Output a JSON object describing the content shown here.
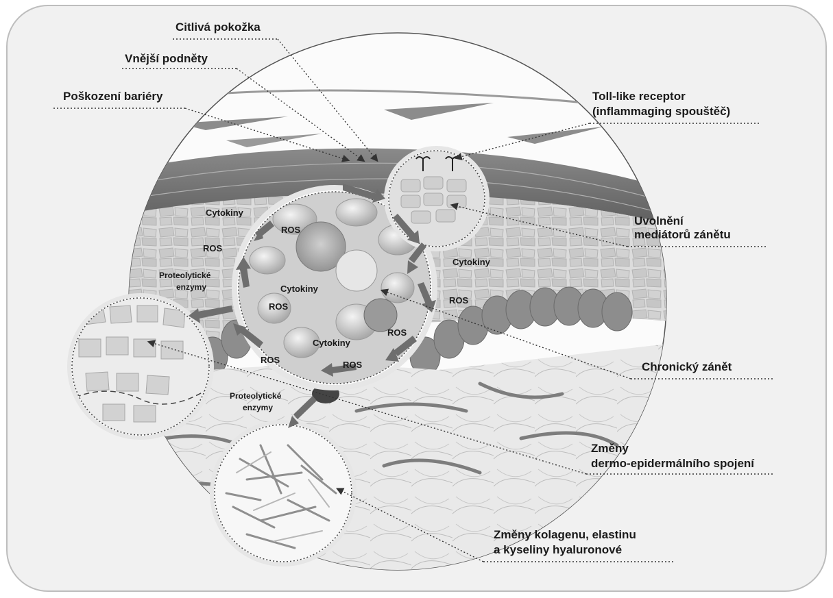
{
  "callouts": {
    "sensitive_skin": "Citlivá pokožka",
    "external_stimuli": "Vnější podněty",
    "barrier_damage": "Poškození bariéry",
    "tlr_line1": "Toll-like receptor",
    "tlr_line2": "(inflammaging spouštěč)",
    "mediators_line1": "Uvolnění",
    "mediators_line2": "mediátorů zánětu",
    "chronic_inflammation": "Chronický zánět",
    "dej_line1": "Změny",
    "dej_line2": "dermo-epidermálního spojení",
    "collagen_line1": "Změny kolagenu, elastinu",
    "collagen_line2": "a kyseliny hyaluronové"
  },
  "inner_labels": {
    "cytokiny": "Cytokiny",
    "ros": "ROS",
    "proteolytic_line1": "Proteolytické",
    "proteolytic_line2": "enzymy"
  },
  "colors": {
    "frame_bg": "#f1f1f1",
    "frame_border": "#bdbdbd",
    "tissue_light": "#d9d9d9",
    "tissue_dark": "#7a7a7a",
    "arrow": "#6e6e6e"
  }
}
